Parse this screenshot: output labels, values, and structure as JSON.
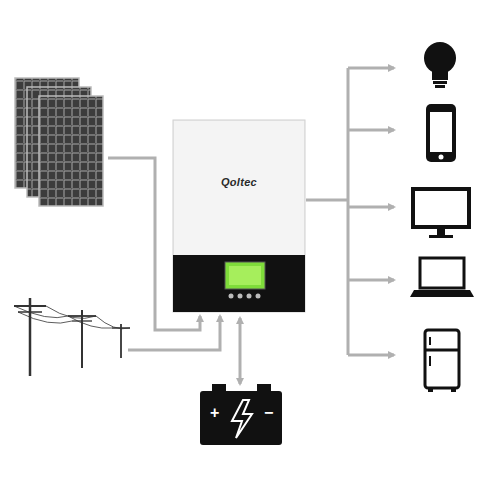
{
  "diagram": {
    "nodes": [
      {
        "text": [
          "Qoltec"
        ]
      }
    ],
    "labels": [
      "+",
      "−"
    ]
  }
}
